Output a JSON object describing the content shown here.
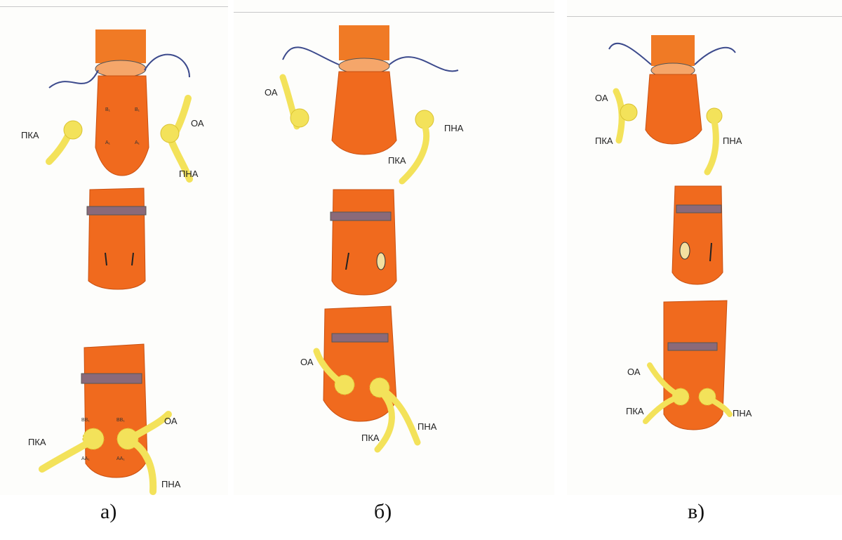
{
  "panels": [
    {
      "caption": "а)",
      "labels": {
        "pka_top": "ПКА",
        "oa_top": "ОА",
        "pna_top": "ПНА",
        "pka_bottom": "ПКА",
        "oa_bottom": "ОА",
        "pna_bottom": "ПНА"
      }
    },
    {
      "caption": "б)",
      "labels": {
        "oa_top": "ОА",
        "pna_top": "ПНА",
        "pka_top": "ПКА",
        "oa_bottom": "ОА",
        "pka_bottom": "ПКА",
        "pna_bottom": "ПНА"
      }
    },
    {
      "caption": "в)",
      "labels": {
        "oa_top": "ОА",
        "pka_top": "ПКА",
        "pna_top": "ПНА",
        "oa_bottom": "ОА",
        "pka_bottom": "ПКА",
        "pna_bottom": "ПНА"
      }
    }
  ],
  "markers": {
    "a": "A",
    "b": "B",
    "a1": "A₁",
    "b1": "B₁",
    "aa1": "AA₁",
    "bb1": "BB₁"
  },
  "colors": {
    "graft": "#f06a1e",
    "graft_dark": "#d4520e",
    "vessel": "#f3e25a",
    "vessel_edge": "#d9c232",
    "suture": "#3c4a8c"
  }
}
